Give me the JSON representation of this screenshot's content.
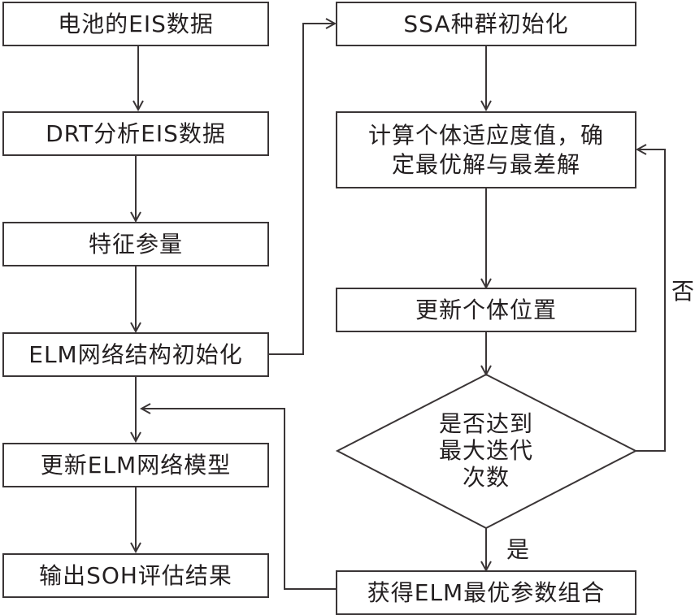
{
  "flowchart": {
    "left_column": [
      {
        "id": "eis-data",
        "label": "电池的EIS数据"
      },
      {
        "id": "drt-analysis",
        "label": "DRT分析EIS数据"
      },
      {
        "id": "feature-params",
        "label": "特征参量"
      },
      {
        "id": "elm-init",
        "label": "ELM网络结构初始化"
      },
      {
        "id": "update-elm",
        "label": "更新ELM网络模型"
      },
      {
        "id": "output-soh",
        "label": "输出SOH评估结果"
      }
    ],
    "right_column": [
      {
        "id": "ssa-init",
        "label": "SSA种群初始化"
      },
      {
        "id": "fitness",
        "label_line1": "计算个体适应度值，确",
        "label_line2": "定最优解与最差解"
      },
      {
        "id": "update-position",
        "label": "更新个体位置"
      },
      {
        "id": "decision",
        "line1": "是否达到",
        "line2": "最大迭代",
        "line3": "次数"
      },
      {
        "id": "best-params",
        "label": "获得ELM最优参数组合"
      }
    ],
    "edge_labels": {
      "no": "否",
      "yes": "是"
    }
  }
}
